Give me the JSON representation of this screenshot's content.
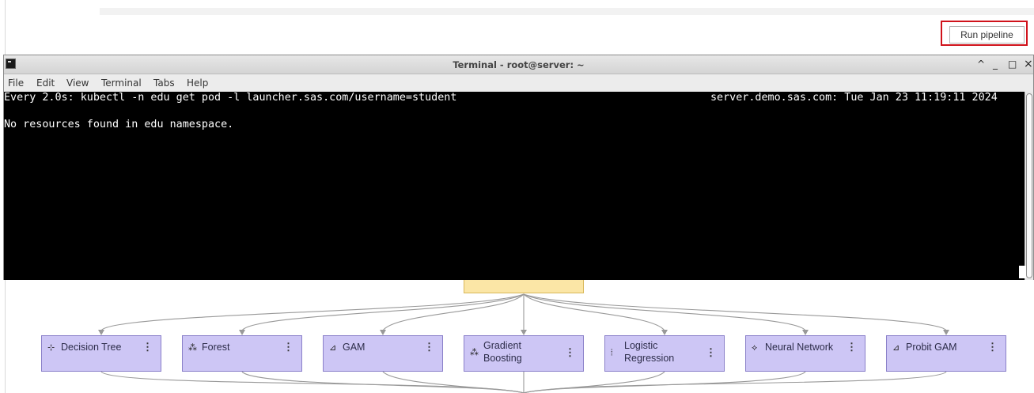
{
  "toolbar": {
    "run_label": "Run pipeline"
  },
  "terminal": {
    "title": "Terminal - root@server: ~",
    "menu": [
      "File",
      "Edit",
      "View",
      "Terminal",
      "Tabs",
      "Help"
    ],
    "lines": {
      "watch_cmd": "Every 2.0s: kubectl -n edu get pod -l launcher.sas.com/username=student",
      "watch_status": "server.demo.sas.com: Tue Jan 23 11:19:11 2024",
      "output": "No resources found in edu namespace."
    },
    "controls": {
      "up": "^",
      "minimize": "_",
      "maximize": "□",
      "close": "×"
    }
  },
  "pipeline": {
    "nodes": [
      {
        "label": "Decision Tree",
        "icon": "decision-tree-icon",
        "glyph": "⊹"
      },
      {
        "label": "Forest",
        "icon": "forest-icon",
        "glyph": "⁂"
      },
      {
        "label": "GAM",
        "icon": "gam-icon",
        "glyph": "⊿"
      },
      {
        "label": "Gradient\nBoosting",
        "icon": "gradient-boosting-icon",
        "glyph": "⁂"
      },
      {
        "label": "Logistic\nRegression",
        "icon": "logistic-regression-icon",
        "glyph": "⦙"
      },
      {
        "label": "Neural Network",
        "icon": "neural-network-icon",
        "glyph": "⟡"
      },
      {
        "label": "Probit GAM",
        "icon": "probit-gam-icon",
        "glyph": "⊿"
      }
    ],
    "node_menu_glyph": "⋮",
    "colors": {
      "model_node": "#cdc6f5",
      "parent_node": "#fbe6a6",
      "edge": "#999999"
    }
  }
}
